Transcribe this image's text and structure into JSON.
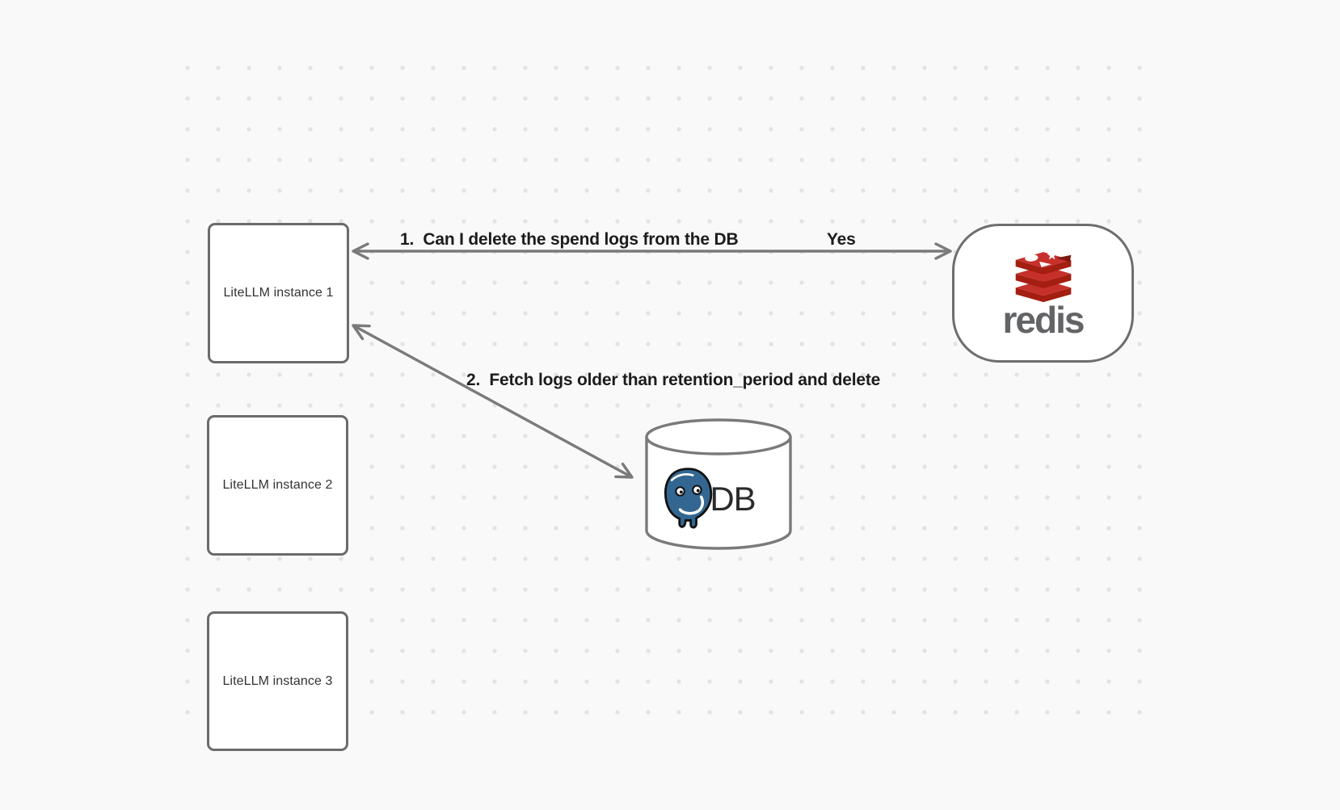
{
  "diagram": {
    "background": {
      "color": "#f9f9f9",
      "dot_color": "#e3e3e3",
      "stroke_color": "#7a7a7a"
    },
    "nodes": {
      "instance1": {
        "label": "LiteLLM instance 1"
      },
      "instance2": {
        "label": "LiteLLM instance 2"
      },
      "instance3": {
        "label": "LiteLLM instance 3"
      },
      "redis": {
        "wordmark": "redis",
        "icon": "redis-stack-icon",
        "brand_red": "#C6302B",
        "brand_dark_red": "#A41E11",
        "wordmark_color": "#636466"
      },
      "database": {
        "label": "DB",
        "icon": "postgresql-elephant-icon",
        "postgres_blue": "#336791"
      }
    },
    "edges": {
      "edge1": {
        "label": "1.  Can I delete the spend logs from the DB",
        "reply": "Yes"
      },
      "edge2": {
        "label": "2.  Fetch logs older than retention_period and delete"
      }
    }
  }
}
